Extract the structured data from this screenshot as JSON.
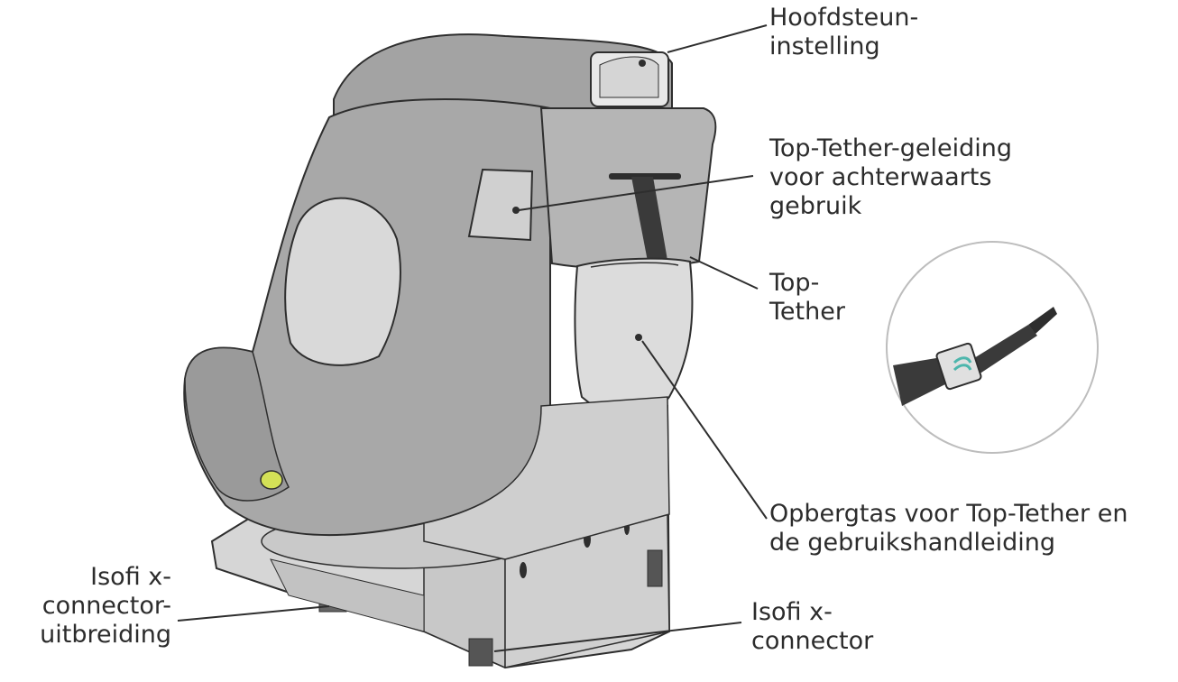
{
  "labels": {
    "headrest": [
      "Hoofdsteun-",
      "instelling"
    ],
    "top_tether_guide": [
      "Top-Tether-geleiding",
      "voor achterwaarts",
      "gebruik"
    ],
    "top_tether": [
      "Top-",
      "Tether"
    ],
    "storage_bag": [
      "Opbergtas voor Top-Tether en",
      "de gebruikshandleiding"
    ],
    "isofix_extension": [
      "Isofi x-",
      "connector-",
      "uitbreiding"
    ],
    "isofix_connector": [
      "Isofi x-",
      "connector"
    ]
  },
  "colors": {
    "shell_dark": "#a3a3a3",
    "shell_mid": "#bdbdbd",
    "panel_light": "#d9d9d9",
    "base_light": "#d6d6d6",
    "outline": "#2e2e2e",
    "strap": "#3a3a3a",
    "accent_lime": "#d4e157",
    "clip_teal": "#4db6ac"
  }
}
